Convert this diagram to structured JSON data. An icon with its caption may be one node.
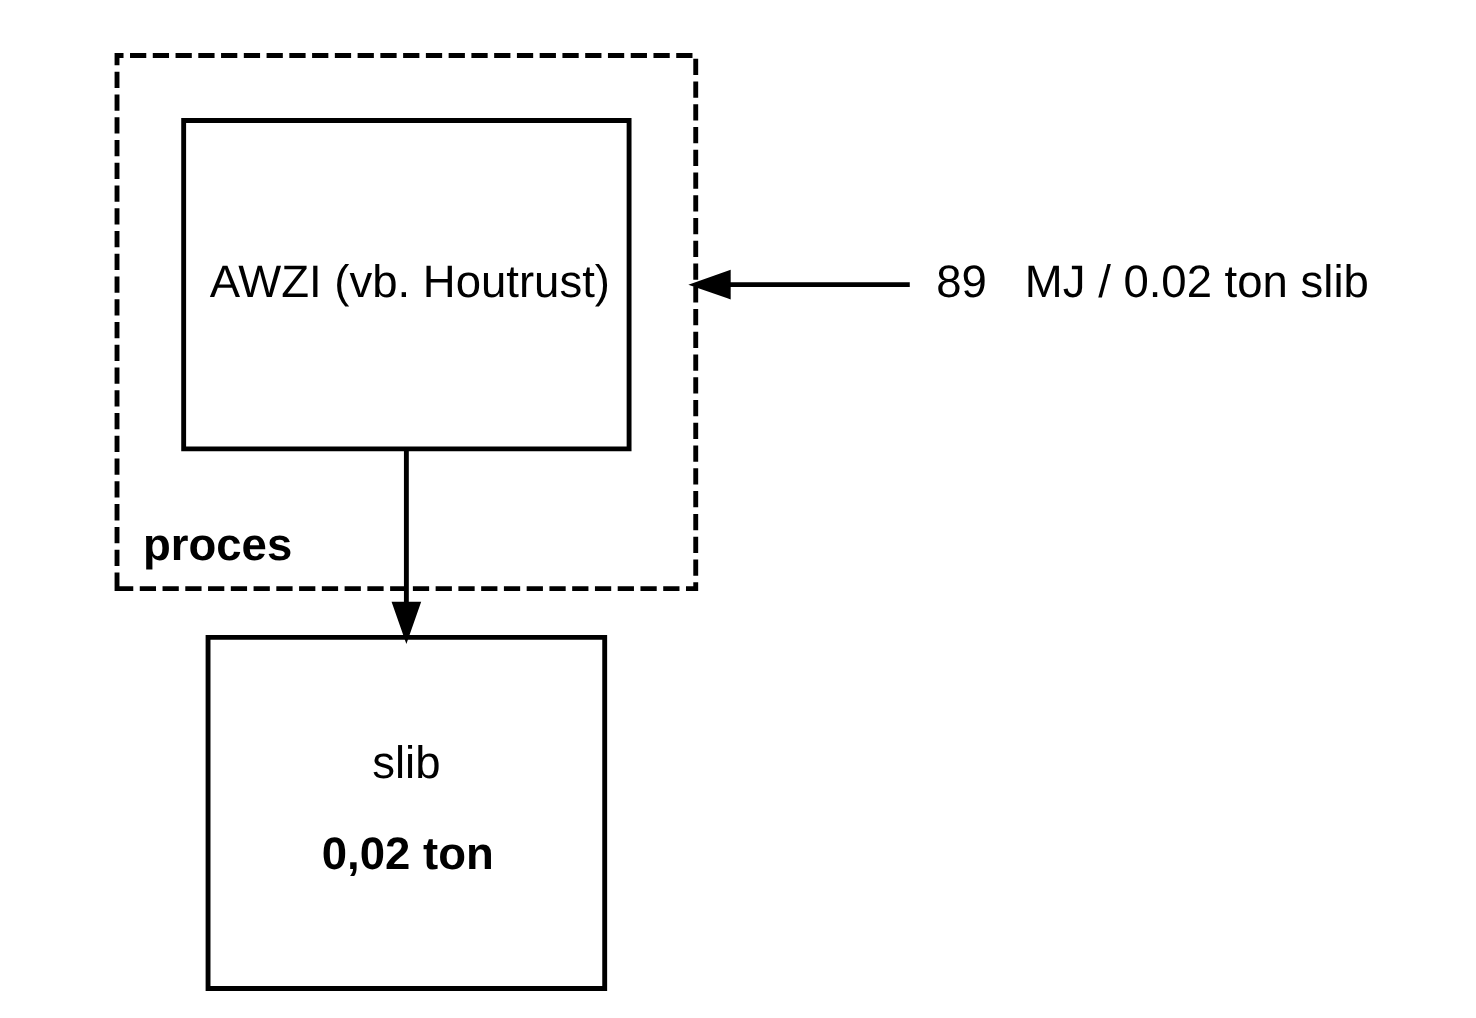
{
  "diagram": {
    "nodes": [
      {
        "text": [
          "proces"
        ]
      },
      {
        "text": [
          "AWZI (vb. Houtrust)"
        ],
        "in": 0
      },
      {
        "text": [
          "slib",
          "0,02 ton"
        ]
      },
      {
        "text": [
          "89",
          "MJ / 0.02 ton slib"
        ]
      }
    ],
    "edges": [
      {
        "from": 1,
        "to": 2,
        "arrow": "to"
      },
      {
        "from": 3,
        "to": 0,
        "arrow": "to"
      }
    ]
  }
}
